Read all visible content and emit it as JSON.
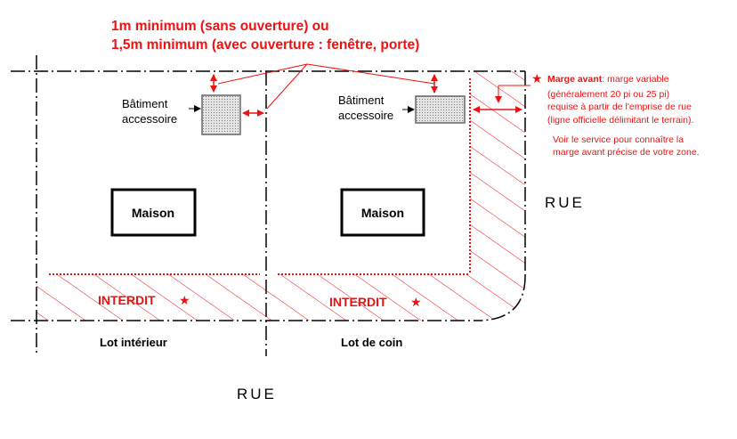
{
  "header": {
    "line1": "1m minimum (sans ouverture) ou",
    "line2": "1,5m minimum (avec ouverture : fenêtre, porte)"
  },
  "lots": {
    "interior": {
      "label": "Lot intérieur",
      "house_label": "Maison",
      "accessory_label_line1": "Bâtiment",
      "accessory_label_line2": "accessoire",
      "forbidden_label": "INTERDIT"
    },
    "corner": {
      "label": "Lot de coin",
      "house_label": "Maison",
      "accessory_label_line1": "Bâtiment",
      "accessory_label_line2": "accessoire",
      "forbidden_label": "INTERDIT"
    }
  },
  "streets": {
    "bottom": "RUE",
    "right": "RUE"
  },
  "note": {
    "star": "★",
    "title": "Marge avant",
    "title_suffix": ": marge variable",
    "line2": "(généralement 20 pi ou 25 pi)",
    "line3": "requise à partir de l'emprise de rue",
    "line4": "(ligne officielle délimitant le terrain).",
    "line5": "Voir le service pour connaître la",
    "line6": "marge avant précise de votre zone."
  },
  "star_symbol": "★",
  "colors": {
    "accent": "#ee1111",
    "line": "#000000",
    "accessory_fill": "#d0d0d0"
  }
}
